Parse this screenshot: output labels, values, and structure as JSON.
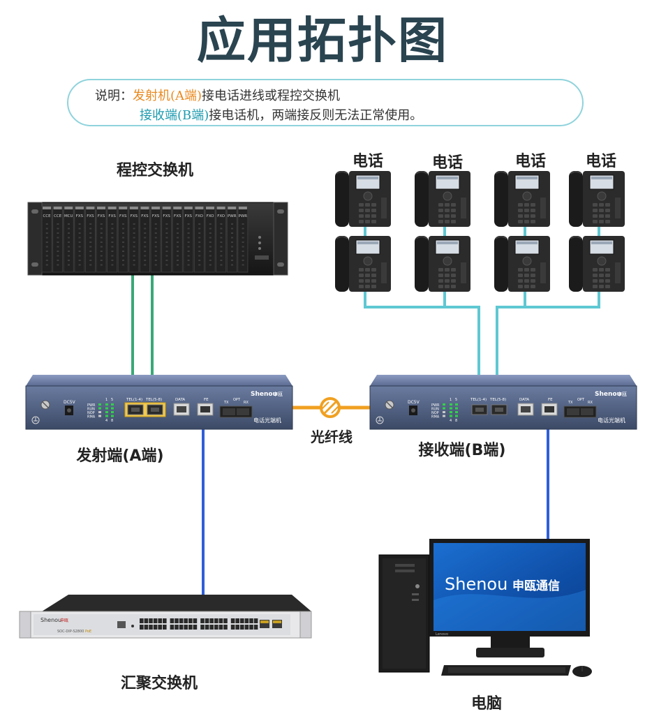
{
  "title": "应用拓扑图",
  "note": {
    "prefix": "说明：",
    "line1_highlight": "发射机(A端)",
    "line1_rest": "接电话进线或程控交换机",
    "line2_highlight": "接收端(B端)",
    "line2_rest": "接电话机，两端接反则无法正常使用。"
  },
  "labels": {
    "pbx": "程控交换机",
    "phone": "电话",
    "transmitter": "发射端(A端)",
    "receiver": "接收端(B端)",
    "fiber": "光纤线",
    "switch": "汇聚交换机",
    "computer": "电脑"
  },
  "device": {
    "brand": "Shenou",
    "brand_cn": "申瓯",
    "product": "电话光端机",
    "dc": "DC5V",
    "tel_a": "TEL(1-4)",
    "tel_b": "TEL(5-8)",
    "data": "DATA",
    "fe": "FE",
    "tx": "TX",
    "opt": "OPT",
    "rx": "RX",
    "leds": [
      "PWR",
      "RUN",
      "NOP",
      "RMA"
    ],
    "led_nums_top": [
      "1",
      "5"
    ],
    "led_nums_bottom": [
      "4",
      "8"
    ]
  },
  "pbx_cards": [
    "CCE",
    "CCE",
    "MCU",
    "FXS",
    "FXS",
    "FXS",
    "FXS",
    "FXS",
    "FXS",
    "FXS",
    "FXS",
    "FXS",
    "FXS",
    "FXS",
    "FXO",
    "FXO",
    "FXO",
    "PWR",
    "PWR"
  ],
  "switch_device": {
    "brand": "Shenou",
    "brand_cn": "申瓯",
    "model": "SOC-DIP-S2800",
    "poe": "PoE"
  },
  "monitor": {
    "brand": "Shenou",
    "brand_cn": "申瓯通信",
    "maker": "Lenovo"
  },
  "colors": {
    "title": "#2a4450",
    "orange": "#e98a1f",
    "teal": "#1f9bb0",
    "phone_line": "#5fc8d2",
    "green_line": "#3aa878",
    "blue_line": "#2f5fd8",
    "fiber": "#f0a020",
    "device_body": "#4a5a78"
  }
}
